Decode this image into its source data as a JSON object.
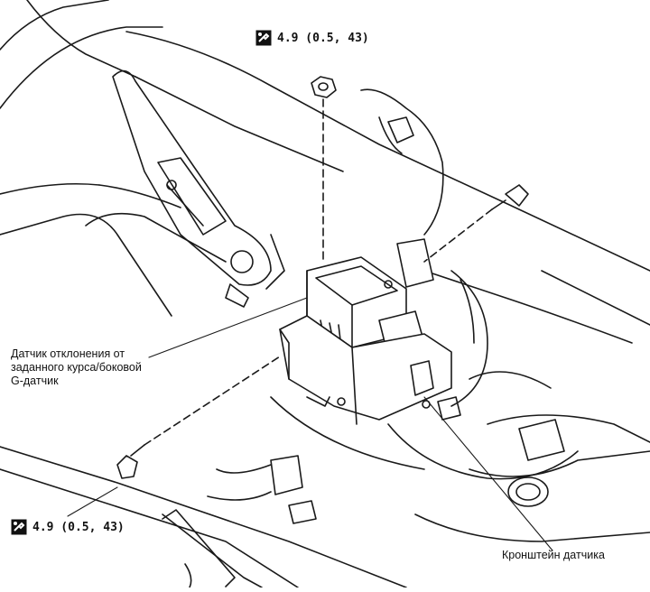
{
  "torque_top": "4.9 (0.5, 43)",
  "torque_bottom": "4.9 (0.5, 43)",
  "labels": {
    "sensor_line1": "Датчик отклонения от",
    "sensor_line2": "заданного курса/боковой",
    "sensor_line3": "G-датчик",
    "bracket": "Кронштейн датчика"
  },
  "icons": [
    "torque-wrench-icon"
  ]
}
